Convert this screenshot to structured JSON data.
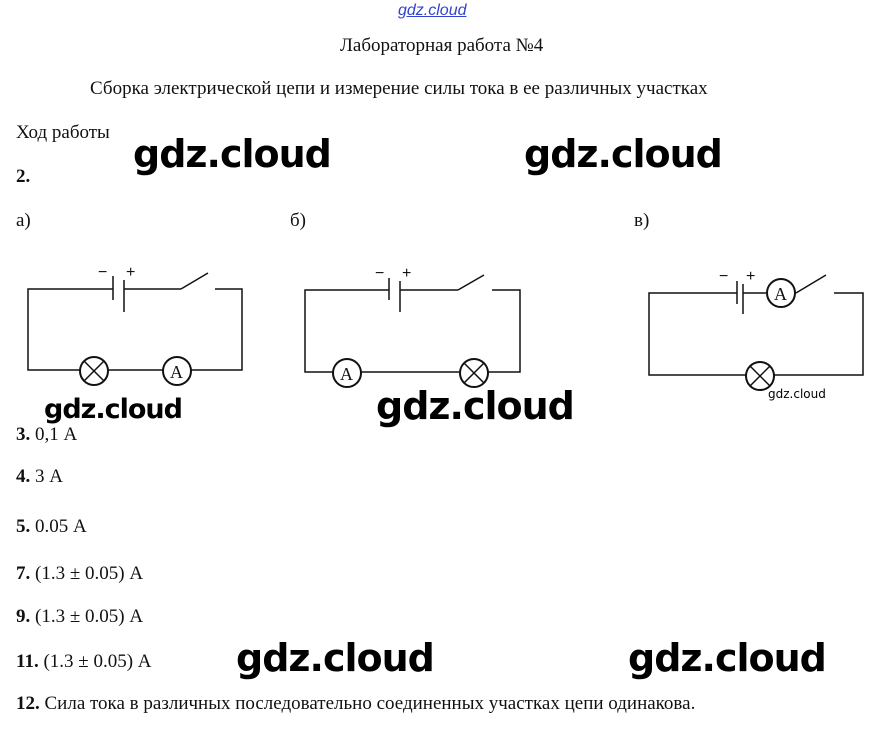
{
  "header": {
    "site": "gdz.cloud",
    "title": "Лабораторная работа №4",
    "subtitle": "Сборка электрической цепи и измерение силы тока в ее различных участках"
  },
  "section": "Ход работы",
  "item2": "2.",
  "diagrams": [
    {
      "label": "а)",
      "ammeter": "A"
    },
    {
      "label": "б)",
      "ammeter": "A"
    },
    {
      "label": "в)",
      "ammeter": "A"
    }
  ],
  "polarity": {
    "minus": "−",
    "plus": "+"
  },
  "answers": [
    {
      "num": "3.",
      "text": " 0,1 А"
    },
    {
      "num": "4.",
      "text": " 3 А"
    },
    {
      "num": "5.",
      "text": " 0.05 А"
    },
    {
      "num": "7.",
      "text": " (1.3 ± 0.05) А"
    },
    {
      "num": "9.",
      "text": " (1.3 ± 0.05) А"
    },
    {
      "num": "11.",
      "text": " (1.3 ± 0.05) А"
    },
    {
      "num": "12.",
      "text": " Сила тока в различных последовательно соединенных участках цепи одинакова."
    }
  ],
  "watermark": "gdz.cloud"
}
